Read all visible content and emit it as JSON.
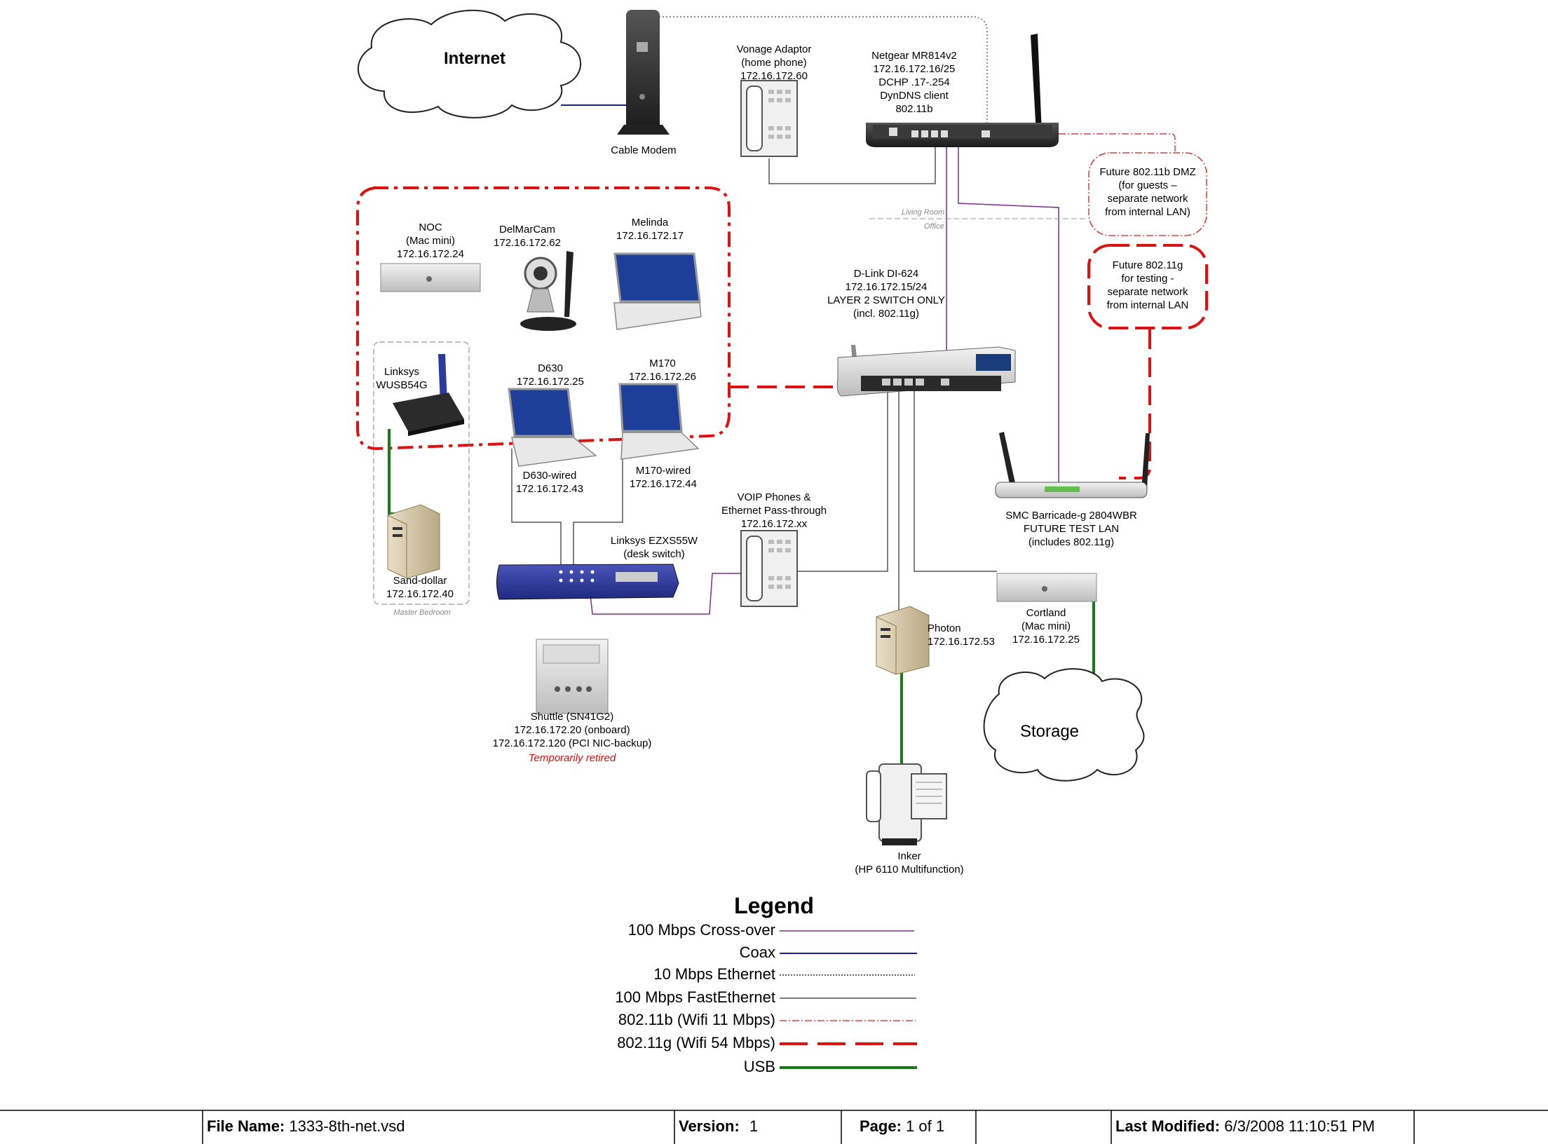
{
  "clouds": {
    "internet": "Internet",
    "storage": "Storage"
  },
  "devices": {
    "cable_modem": [
      "Cable Modem"
    ],
    "vonage": [
      "Vonage Adaptor",
      "(home phone)",
      "172.16.172.60"
    ],
    "netgear": [
      "Netgear MR814v2",
      "172.16.172.16/25",
      "DCHP .17-.254",
      "DynDNS client",
      "802.11b"
    ],
    "future_dmz": [
      "Future 802.11b DMZ",
      "(for guests –",
      "separate network",
      "from internal LAN)"
    ],
    "future_g": [
      "Future 802.11g",
      "for testing -",
      "separate network",
      "from internal LAN"
    ],
    "noc": [
      "NOC",
      "(Mac mini)",
      "172.16.172.24"
    ],
    "delmarcam": [
      "DelMarCam",
      "172.16.172.62"
    ],
    "melinda": [
      "Melinda",
      "172.16.172.17"
    ],
    "dlink": [
      "D-Link DI-624",
      "172.16.172.15/24",
      "LAYER 2 SWITCH ONLY",
      "(incl. 802.11g)"
    ],
    "linksys_wusb": [
      "Linksys",
      "WUSB54G"
    ],
    "d630": [
      "D630",
      "172.16.172.25"
    ],
    "m170": [
      "M170",
      "172.16.172.26"
    ],
    "d630_wired": [
      "D630-wired",
      "172.16.172.43"
    ],
    "m170_wired": [
      "M170-wired",
      "172.16.172.44"
    ],
    "voip": [
      "VOIP Phones &",
      "Ethernet Pass-through",
      "172.16.172.xx"
    ],
    "smc": [
      "SMC Barricade-g 2804WBR",
      "FUTURE TEST LAN",
      "(includes 802.11g)"
    ],
    "linksys_switch": [
      "Linksys EZXS55W",
      "(desk switch)"
    ],
    "sand_dollar": [
      "Sand-dollar",
      "172.16.172.40"
    ],
    "cortland": [
      "Cortland",
      "(Mac mini)",
      "172.16.172.25"
    ],
    "photon": [
      "Photon",
      "172.16.172.53"
    ],
    "shuttle": [
      "Shuttle (SN41G2)",
      "172.16.172.20 (onboard)",
      "172.16.172.120 (PCI NIC-backup)"
    ],
    "shuttle_note": "Temporarily retired",
    "inker": [
      "Inker",
      "(HP 6110 Multifunction)"
    ]
  },
  "zones": {
    "living_room": "Living Room",
    "office": "Office",
    "master_bedroom": "Master Bedroom"
  },
  "legend": {
    "title": "Legend",
    "items": [
      {
        "label": "100 Mbps Cross-over",
        "color": "#7a2e8e",
        "style": "solid"
      },
      {
        "label": "Coax",
        "color": "#1c1c9c",
        "style": "solid"
      },
      {
        "label": "10 Mbps Ethernet",
        "color": "#000000",
        "style": "dotted"
      },
      {
        "label": "100 Mbps FastEthernet",
        "color": "#555555",
        "style": "solid"
      },
      {
        "label": "802.11b (Wifi 11 Mbps)",
        "color": "#cc2222",
        "style": "dash-dot"
      },
      {
        "label": "802.11g (Wifi 54 Mbps)",
        "color": "#dd1111",
        "style": "long-dash"
      },
      {
        "label": "USB",
        "color": "#1a7a1a",
        "style": "solid-thick"
      }
    ]
  },
  "footer": {
    "file_name_label": "File Name:",
    "file_name": "1333-8th-net.vsd",
    "version_label": "Version:",
    "version": "1",
    "page_label": "Page:",
    "page": "1 of 1",
    "modified_label": "Last Modified:",
    "modified": "6/3/2008 11:10:51 PM"
  }
}
